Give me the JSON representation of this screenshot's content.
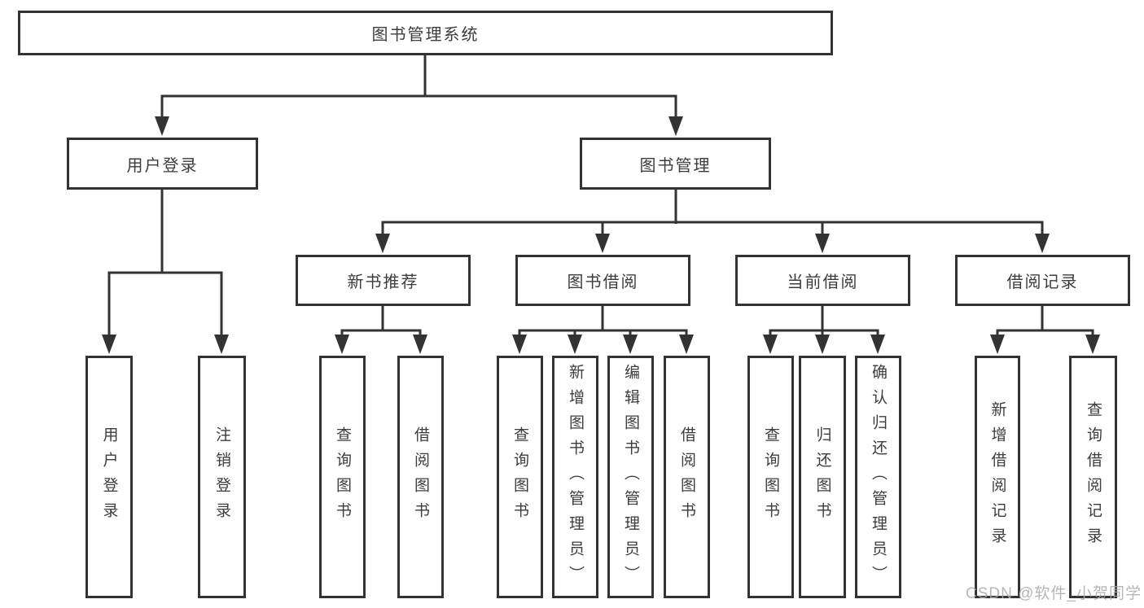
{
  "diagram": {
    "root": {
      "label": "图书管理系统"
    },
    "branches": {
      "user_login": {
        "label": "用户登录",
        "children": {
          "login": {
            "label": "用户登录"
          },
          "logout": {
            "label": "注销登录"
          }
        }
      },
      "book_management": {
        "label": "图书管理",
        "children": {
          "new_book_recommend": {
            "label": "新书推荐",
            "children": {
              "query_books": {
                "label": "查询图书"
              },
              "borrow_books": {
                "label": "借阅图书"
              }
            }
          },
          "book_borrowing": {
            "label": "图书借阅",
            "children": {
              "query_books": {
                "label": "查询图书"
              },
              "add_books_admin": {
                "label": "新增图书（管理员）"
              },
              "edit_books_admin": {
                "label": "编辑图书（管理员）"
              },
              "borrow_books": {
                "label": "借阅图书"
              }
            }
          },
          "current_borrowing": {
            "label": "当前借阅",
            "children": {
              "query_books": {
                "label": "查询图书"
              },
              "return_books": {
                "label": "归还图书"
              },
              "confirm_return_admin": {
                "label": "确认归还（管理员）"
              }
            }
          },
          "borrowing_records": {
            "label": "借阅记录",
            "children": {
              "add_borrow_record": {
                "label": "新增借阅记录"
              },
              "query_borrow_record": {
                "label": "查询借阅记录"
              }
            }
          }
        }
      }
    }
  },
  "watermark": {
    "text": "CSDN @软件_小贺同学"
  },
  "colors": {
    "line": "#333333",
    "text": "#3c3c3c",
    "box_background": "#ffffff",
    "page_background": "#ffffff",
    "watermark": "#aaaaaa"
  }
}
